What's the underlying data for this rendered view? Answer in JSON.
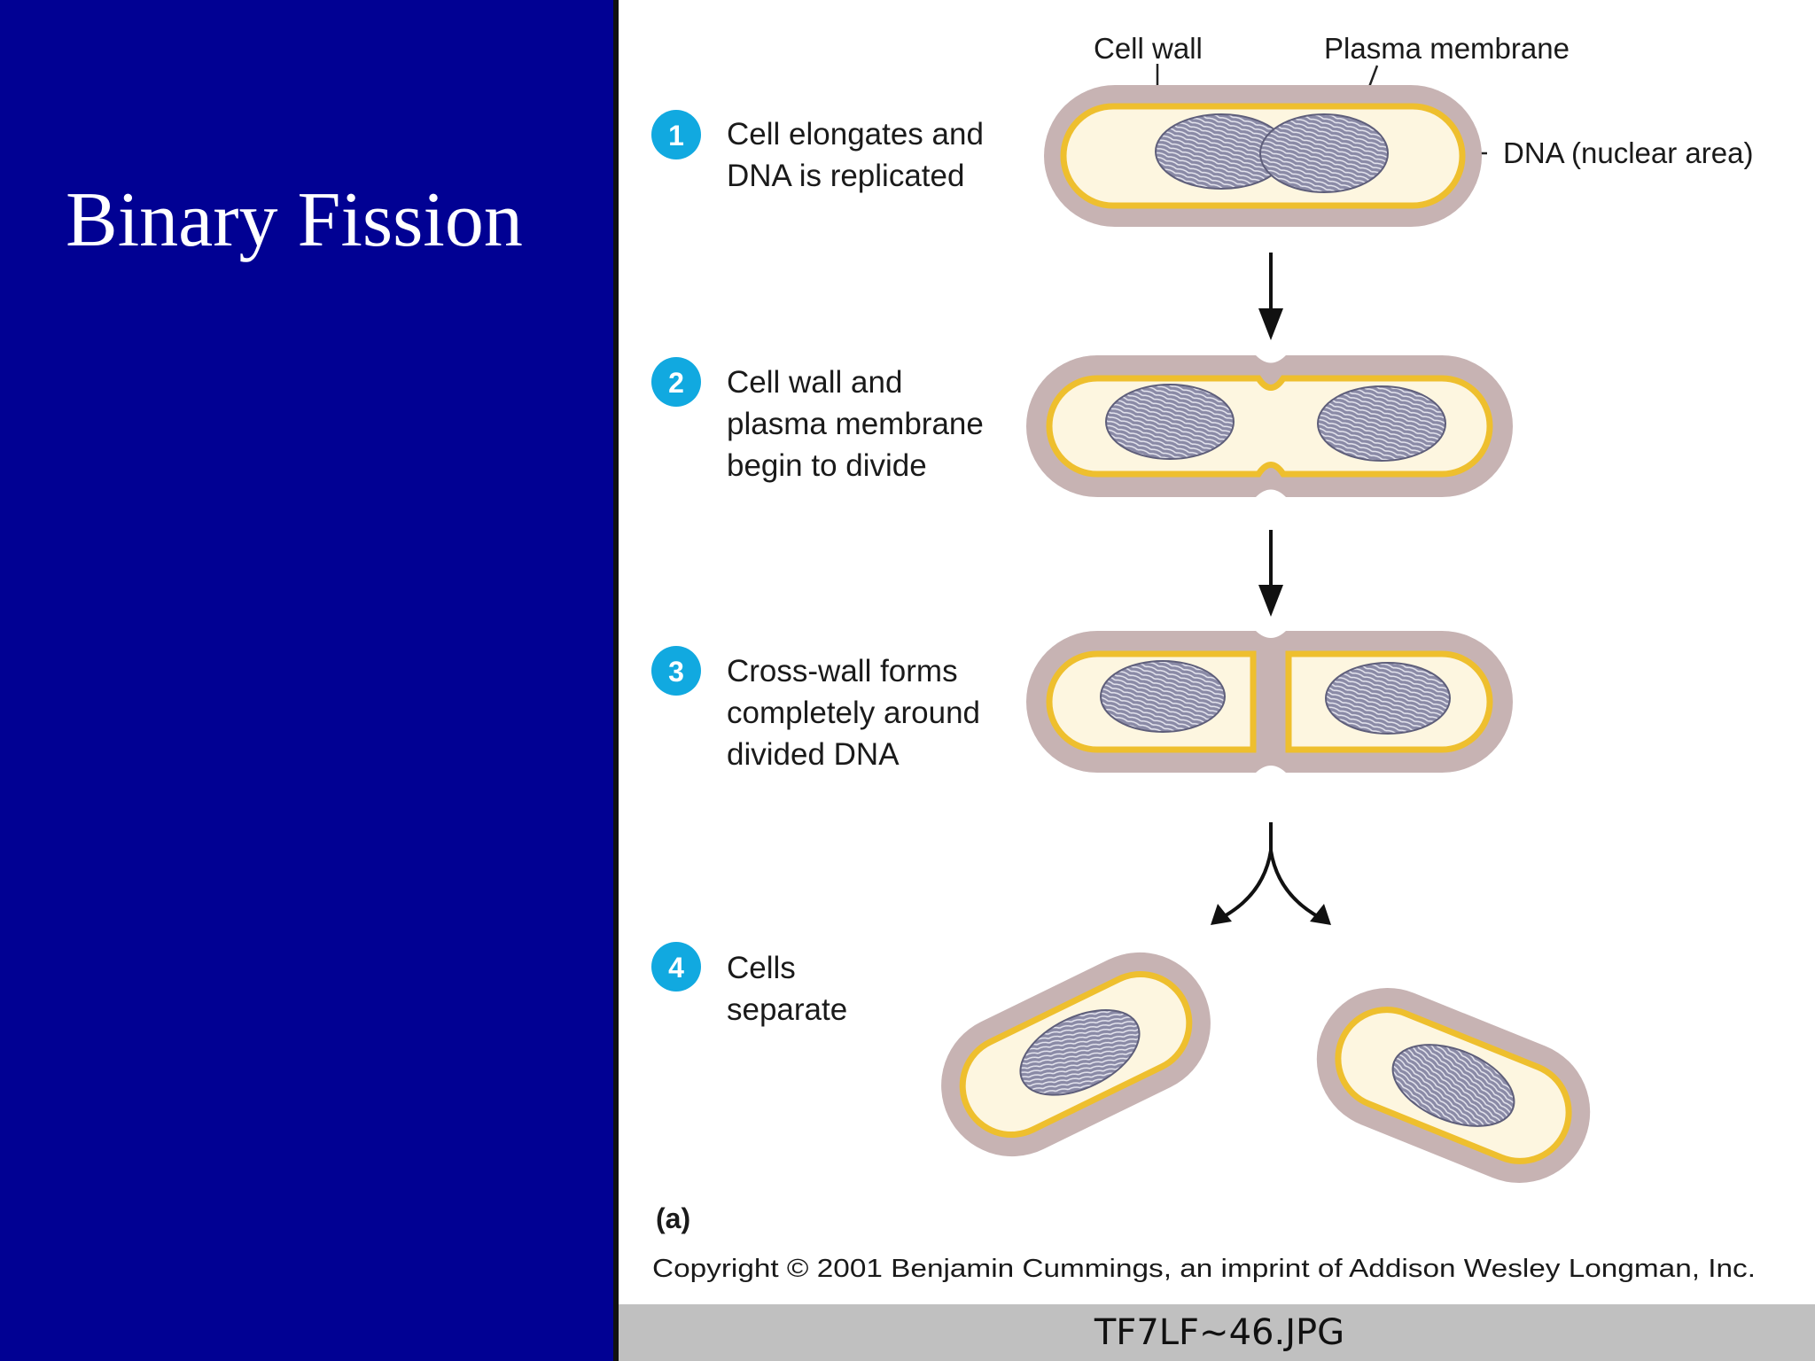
{
  "slide": {
    "title": "Binary Fission"
  },
  "figure": {
    "labels": {
      "cell_wall": "Cell wall",
      "plasma_membrane": "Plasma membrane",
      "dna": "DNA (nuclear area)"
    },
    "steps": [
      {
        "number": "1",
        "lines": [
          "Cell elongates and",
          "DNA is replicated"
        ]
      },
      {
        "number": "2",
        "lines": [
          "Cell wall and",
          "plasma membrane",
          "begin to divide"
        ]
      },
      {
        "number": "3",
        "lines": [
          "Cross-wall forms",
          "completely around",
          "divided DNA"
        ]
      },
      {
        "number": "4",
        "lines": [
          "Cells",
          "separate"
        ]
      }
    ],
    "part_label": "(a)",
    "copyright": "Copyright © 2001 Benjamin Cummings, an imprint of Addison Wesley Longman, Inc.",
    "filename": "TF7LF~46.JPG"
  },
  "colors": {
    "slide_background": "#010193",
    "cell_wall": "#c7b3b3",
    "plasma_membrane": "#eebf2e",
    "cytoplasm": "#fdf6e0",
    "dna": "#8a8aa6",
    "step_badge": "#11a9e0"
  }
}
